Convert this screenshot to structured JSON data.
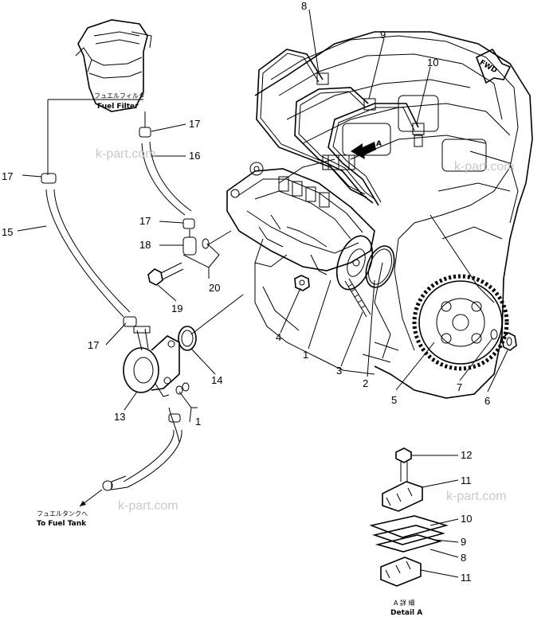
{
  "watermark": "k-part.com",
  "labels": {
    "fuel_filter_jp": "フュエルフィルタ",
    "fuel_filter_en": "Fuel Filter",
    "to_tank_jp": "フュエルタンクへ",
    "to_tank_en": "To Fuel Tank",
    "fwd": "FWD",
    "view_a": "A",
    "detail_jp": "A 詳 細",
    "detail_en": "Detail A"
  },
  "callouts": {
    "c8": "8",
    "c9": "9",
    "c10": "10",
    "c17a": "17",
    "c16": "16",
    "c17b": "17",
    "c15": "15",
    "c17c": "17",
    "c18": "18",
    "c19": "19",
    "c20": "20",
    "c4": "4",
    "c1a": "1",
    "c3": "3",
    "c2": "2",
    "c5": "5",
    "c7": "7",
    "c6": "6",
    "c14": "14",
    "c17d": "17",
    "c13": "13",
    "c1b": "1",
    "c12": "12",
    "c11a": "11",
    "c10b": "10",
    "c9b": "9",
    "c8b": "8",
    "c11b": "11"
  }
}
